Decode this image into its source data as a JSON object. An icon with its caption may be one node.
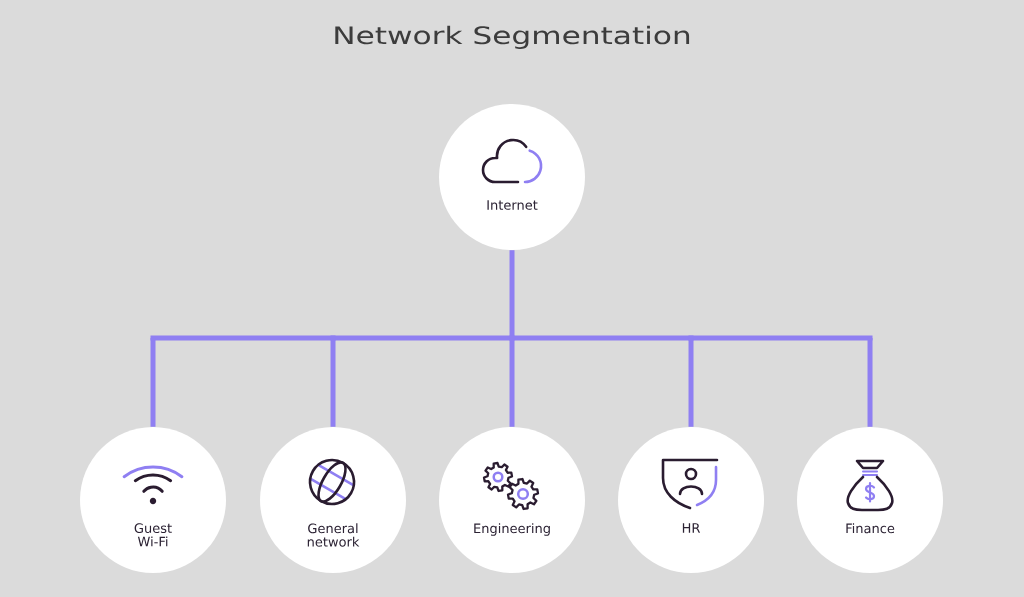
{
  "diagram": {
    "title": "Network Segmentation",
    "nodes": [
      {
        "text": [
          "Internet"
        ]
      },
      {
        "text": [
          "Guest Wi-Fi"
        ]
      },
      {
        "text": [
          "General network"
        ]
      },
      {
        "text": [
          "Engineering"
        ]
      },
      {
        "text": [
          "HR"
        ]
      },
      {
        "text": [
          "Finance"
        ]
      }
    ],
    "edges": [
      {
        "from": 0,
        "to": 1,
        "arrow": "none"
      },
      {
        "from": 0,
        "to": 2,
        "arrow": "none"
      },
      {
        "from": 0,
        "to": 3,
        "arrow": "none"
      },
      {
        "from": 0,
        "to": 4,
        "arrow": "none"
      },
      {
        "from": 0,
        "to": 5,
        "arrow": "none"
      }
    ]
  }
}
